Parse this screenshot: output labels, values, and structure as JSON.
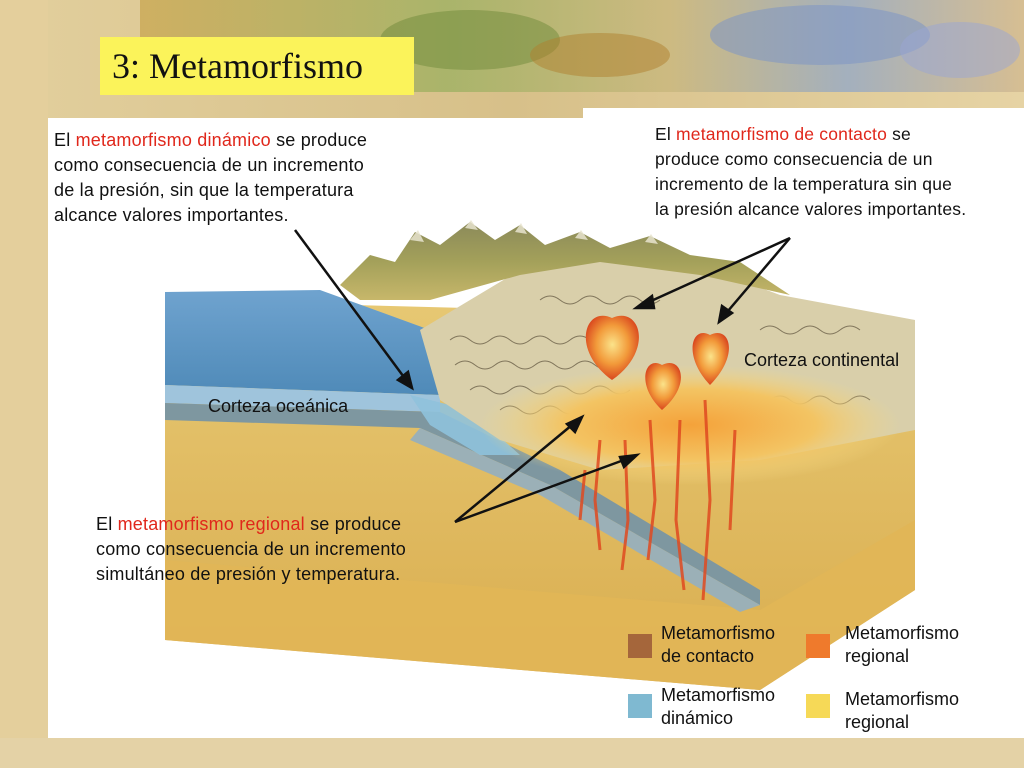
{
  "title": "3: Metamorfismo",
  "callouts": {
    "dinamico": {
      "prefix": "El ",
      "highlight": "metamorfismo dinámico",
      "line1_suffix": " se produce",
      "line2": "como consecuencia de un incremento",
      "line3": "de la presión, sin que la temperatura",
      "line4": "alcance valores importantes."
    },
    "contacto": {
      "prefix": "El ",
      "highlight": "metamorfismo de contacto",
      "line1_suffix": " se",
      "line2": "produce como consecuencia de un",
      "line3": "incremento de la temperatura sin que",
      "line4": "la presión alcance valores importantes."
    },
    "regional": {
      "prefix": "El ",
      "highlight": "metamorfismo regional",
      "line1_suffix": " se produce",
      "line2": "como consecuencia de un incremento",
      "line3": "simultáneo de presión y temperatura."
    }
  },
  "labels": {
    "corteza_oceanica": "Corteza oceánica",
    "corteza_continental": "Corteza continental"
  },
  "legend": [
    {
      "line1": "Metamorfismo",
      "line2": "de contacto",
      "color": "#a5663b"
    },
    {
      "line1": "Metamorfismo",
      "line2": "regional",
      "color": "#ef7a2c"
    },
    {
      "line1": "Metamorfismo",
      "line2": "dinámico",
      "color": "#7fb9d1"
    },
    {
      "line1": "Metamorfismo",
      "line2": "regional",
      "color": "#f6d957"
    }
  ]
}
